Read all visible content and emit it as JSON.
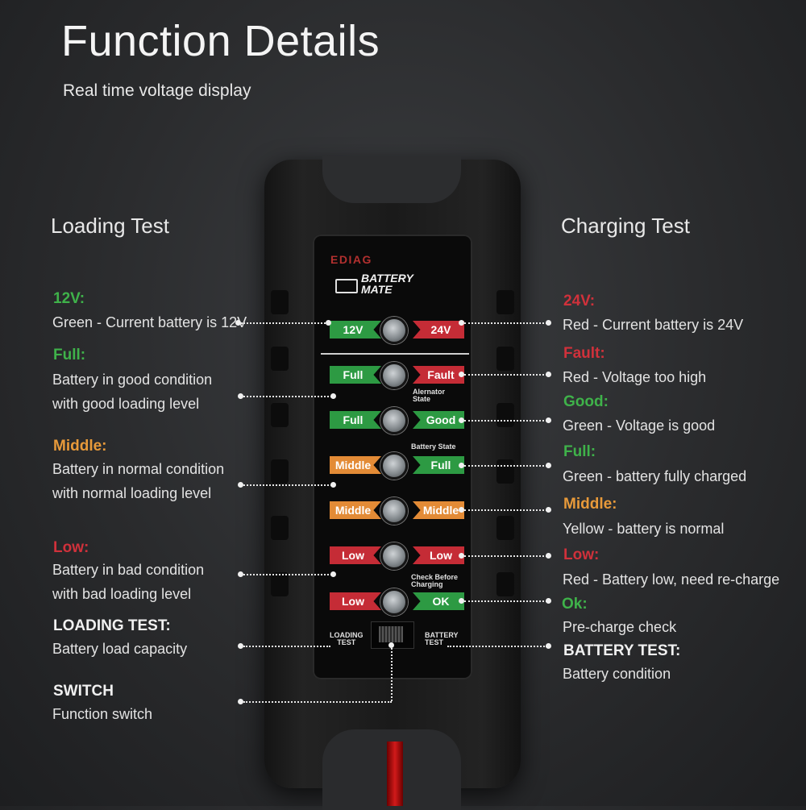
{
  "header": {
    "title": "Function Details",
    "subtitle": "Real time voltage display"
  },
  "left": {
    "heading": "Loading Test",
    "items": [
      {
        "label": "12V:",
        "desc": [
          "Green - Current battery is 12V"
        ],
        "color": "#3fb24a"
      },
      {
        "label": "Full:",
        "desc": [
          "Battery in good condition",
          "with good loading level"
        ],
        "color": "#3fb24a"
      },
      {
        "label": "Middle:",
        "desc": [
          "Battery in normal condition",
          "with normal loading level"
        ],
        "color": "#e89a3a"
      },
      {
        "label": "Low:",
        "desc": [
          "Battery in bad condition",
          "with bad loading level"
        ],
        "color": "#d0313b"
      },
      {
        "label": "LOADING TEST:",
        "desc": [
          "Battery load capacity"
        ],
        "color": "#f0f0f0"
      },
      {
        "label": "SWITCH",
        "desc": [
          "Function switch"
        ],
        "color": "#f0f0f0"
      }
    ]
  },
  "right": {
    "heading": "Charging Test",
    "items": [
      {
        "label": "24V:",
        "desc": [
          "Red - Current battery is 24V"
        ],
        "color": "#d0313b"
      },
      {
        "label": "Fault:",
        "desc": [
          "Red - Voltage too high"
        ],
        "color": "#d0313b"
      },
      {
        "label": "Good:",
        "desc": [
          "Green - Voltage is good"
        ],
        "color": "#3fb24a"
      },
      {
        "label": "Full:",
        "desc": [
          "Green - battery fully charged"
        ],
        "color": "#3fb24a"
      },
      {
        "label": "Middle:",
        "desc": [
          "Yellow - battery is normal"
        ],
        "color": "#e89a3a"
      },
      {
        "label": "Low:",
        "desc": [
          "Red - Battery low, need re-charge"
        ],
        "color": "#d0313b"
      },
      {
        "label": "Ok:",
        "desc": [
          "Pre-charge check"
        ],
        "color": "#3fb24a"
      },
      {
        "label": "BATTERY TEST:",
        "desc": [
          "Battery condition"
        ],
        "color": "#f0f0f0"
      }
    ]
  },
  "device": {
    "brand": "EDIAG",
    "product_line1": "BATTERY",
    "product_line2": "MATE",
    "panel_labels": {
      "alternator": [
        "Alernator",
        "State"
      ],
      "battery_state": "Battery State",
      "check_before": [
        "Check Before",
        "Charging"
      ],
      "loading_test": [
        "LOADING",
        "TEST"
      ],
      "battery_test": [
        "BATTERY",
        "TEST"
      ]
    },
    "rows": [
      {
        "left": "12V",
        "right": "24V"
      },
      {
        "left": "Full",
        "right": "Fault"
      },
      {
        "left": "Full",
        "right": "Good"
      },
      {
        "left": "Middle",
        "right": "Full"
      },
      {
        "left": "Middle",
        "right": "Middle"
      },
      {
        "left": "Low",
        "right": "Low"
      },
      {
        "left": "Low",
        "right": "OK"
      }
    ]
  }
}
